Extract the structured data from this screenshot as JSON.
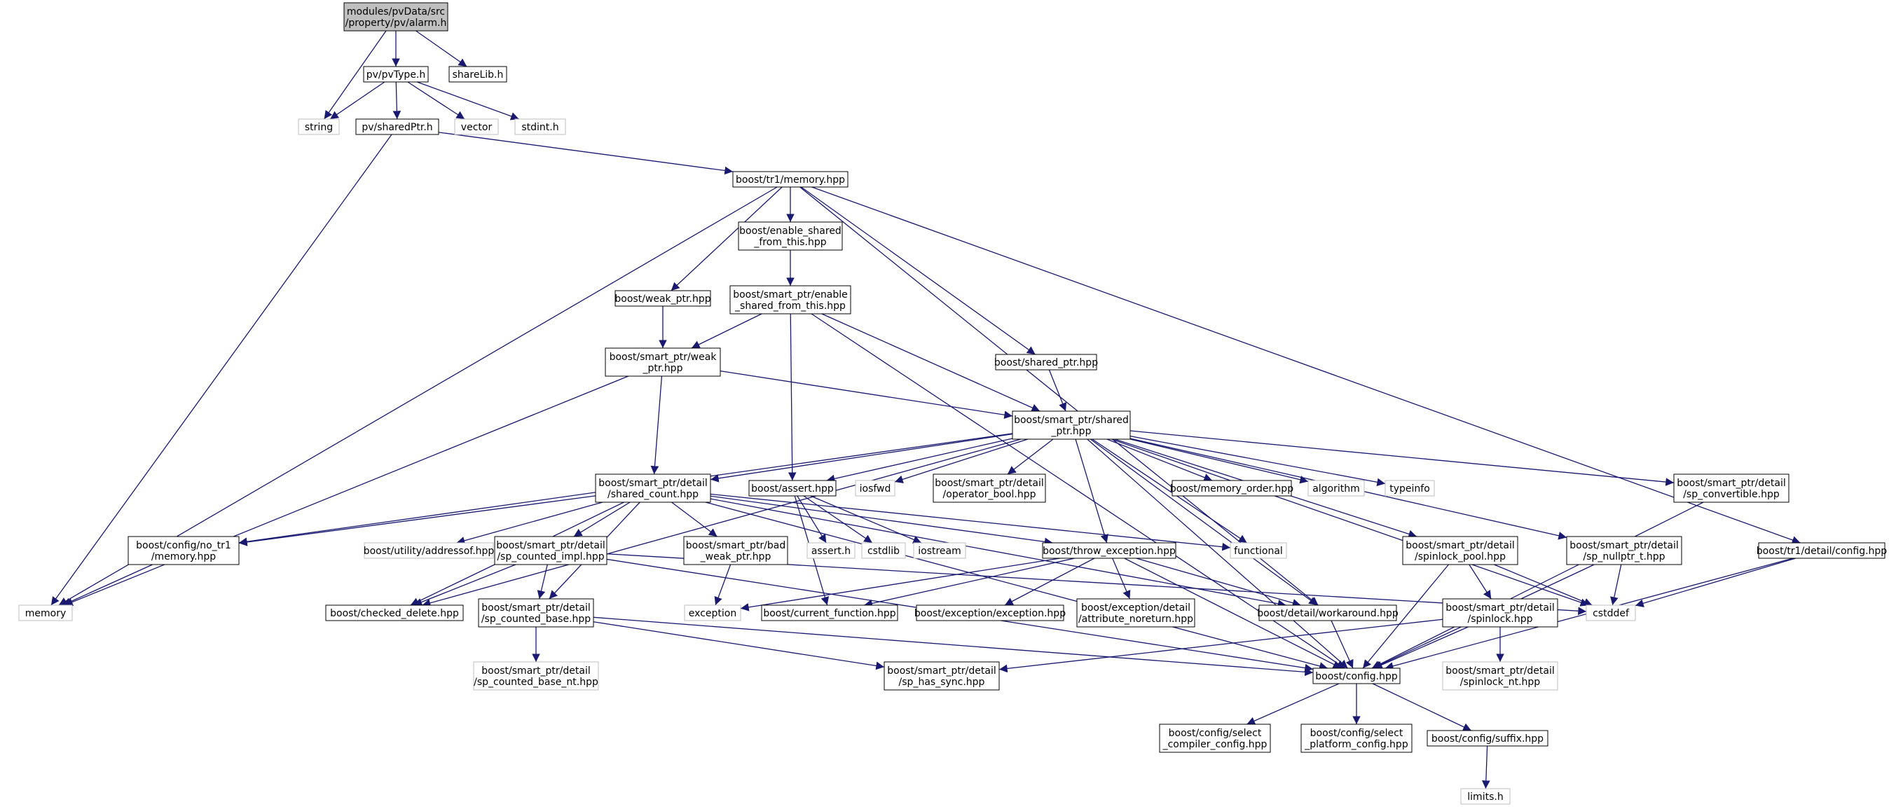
{
  "colors": {
    "edge": "#191970",
    "node_border": "#000000",
    "external_border": "#bfbfbf",
    "root_fill": "#bfbfbf",
    "node_fill": "#ffffff"
  },
  "nodes": {
    "alarm": {
      "lines": [
        "modules/pvData/src",
        "/property/pv/alarm.h"
      ],
      "kind": "root"
    },
    "pvType": {
      "lines": [
        "pv/pvType.h"
      ],
      "kind": "normal"
    },
    "shareLib": {
      "lines": [
        "shareLib.h"
      ],
      "kind": "normal"
    },
    "string": {
      "lines": [
        "string"
      ],
      "kind": "external"
    },
    "sharedPtr": {
      "lines": [
        "pv/sharedPtr.h"
      ],
      "kind": "normal"
    },
    "vector": {
      "lines": [
        "vector"
      ],
      "kind": "external"
    },
    "stdint": {
      "lines": [
        "stdint.h"
      ],
      "kind": "external"
    },
    "tr1memory": {
      "lines": [
        "boost/tr1/memory.hpp"
      ],
      "kind": "normal"
    },
    "enable_shared": {
      "lines": [
        "boost/enable_shared",
        "_from_this.hpp"
      ],
      "kind": "normal"
    },
    "weak_ptr": {
      "lines": [
        "boost/weak_ptr.hpp"
      ],
      "kind": "normal"
    },
    "sp_enable_shared": {
      "lines": [
        "boost/smart_ptr/enable",
        "_shared_from_this.hpp"
      ],
      "kind": "normal"
    },
    "sp_weak": {
      "lines": [
        "boost/smart_ptr/weak",
        "_ptr.hpp"
      ],
      "kind": "normal"
    },
    "shared_ptr": {
      "lines": [
        "boost/shared_ptr.hpp"
      ],
      "kind": "normal"
    },
    "sp_shared": {
      "lines": [
        "boost/smart_ptr/shared",
        "_ptr.hpp"
      ],
      "kind": "normal"
    },
    "shared_count": {
      "lines": [
        "boost/smart_ptr/detail",
        "/shared_count.hpp"
      ],
      "kind": "normal"
    },
    "assert": {
      "lines": [
        "boost/assert.hpp"
      ],
      "kind": "normal"
    },
    "iosfwd": {
      "lines": [
        "iosfwd"
      ],
      "kind": "external"
    },
    "operator_bool": {
      "lines": [
        "boost/smart_ptr/detail",
        "/operator_bool.hpp"
      ],
      "kind": "normal"
    },
    "memory_order": {
      "lines": [
        "boost/memory_order.hpp"
      ],
      "kind": "normal"
    },
    "algorithm": {
      "lines": [
        "algorithm"
      ],
      "kind": "external"
    },
    "typeinfo": {
      "lines": [
        "typeinfo"
      ],
      "kind": "external"
    },
    "sp_convertible": {
      "lines": [
        "boost/smart_ptr/detail",
        "/sp_convertible.hpp"
      ],
      "kind": "normal"
    },
    "no_tr1": {
      "lines": [
        "boost/config/no_tr1",
        "/memory.hpp"
      ],
      "kind": "normal"
    },
    "addressof": {
      "lines": [
        "boost/utility/addressof.hpp"
      ],
      "kind": "external"
    },
    "sp_counted_impl": {
      "lines": [
        "boost/smart_ptr/detail",
        "/sp_counted_impl.hpp"
      ],
      "kind": "normal"
    },
    "bad_weak": {
      "lines": [
        "boost/smart_ptr/bad",
        "_weak_ptr.hpp"
      ],
      "kind": "normal"
    },
    "assert_h": {
      "lines": [
        "assert.h"
      ],
      "kind": "external"
    },
    "cstdlib": {
      "lines": [
        "cstdlib"
      ],
      "kind": "external"
    },
    "iostream": {
      "lines": [
        "iostream"
      ],
      "kind": "external"
    },
    "throw_exception": {
      "lines": [
        "boost/throw_exception.hpp"
      ],
      "kind": "normal"
    },
    "functional": {
      "lines": [
        "functional"
      ],
      "kind": "external"
    },
    "spinlock_pool": {
      "lines": [
        "boost/smart_ptr/detail",
        "/spinlock_pool.hpp"
      ],
      "kind": "normal"
    },
    "sp_nullptr": {
      "lines": [
        "boost/smart_ptr/detail",
        "/sp_nullptr_t.hpp"
      ],
      "kind": "normal"
    },
    "tr1config": {
      "lines": [
        "boost/tr1/detail/config.hpp"
      ],
      "kind": "normal"
    },
    "memory": {
      "lines": [
        "memory"
      ],
      "kind": "external"
    },
    "checked_delete": {
      "lines": [
        "boost/checked_delete.hpp"
      ],
      "kind": "normal"
    },
    "sp_counted_base": {
      "lines": [
        "boost/smart_ptr/detail",
        "/sp_counted_base.hpp"
      ],
      "kind": "normal"
    },
    "exception": {
      "lines": [
        "exception"
      ],
      "kind": "external"
    },
    "current_function": {
      "lines": [
        "boost/current_function.hpp"
      ],
      "kind": "normal"
    },
    "exc_exception": {
      "lines": [
        "boost/exception/exception.hpp"
      ],
      "kind": "normal"
    },
    "attr_noreturn": {
      "lines": [
        "boost/exception/detail",
        "/attribute_noreturn.hpp"
      ],
      "kind": "normal"
    },
    "workaround": {
      "lines": [
        "boost/detail/workaround.hpp"
      ],
      "kind": "normal"
    },
    "spinlock": {
      "lines": [
        "boost/smart_ptr/detail",
        "/spinlock.hpp"
      ],
      "kind": "normal"
    },
    "cstddef": {
      "lines": [
        "cstddef"
      ],
      "kind": "external"
    },
    "base_nt": {
      "lines": [
        "boost/smart_ptr/detail",
        "/sp_counted_base_nt.hpp"
      ],
      "kind": "external"
    },
    "has_sync": {
      "lines": [
        "boost/smart_ptr/detail",
        "/sp_has_sync.hpp"
      ],
      "kind": "normal"
    },
    "config": {
      "lines": [
        "boost/config.hpp"
      ],
      "kind": "normal"
    },
    "spinlock_nt": {
      "lines": [
        "boost/smart_ptr/detail",
        "/spinlock_nt.hpp"
      ],
      "kind": "external"
    },
    "select_compiler": {
      "lines": [
        "boost/config/select",
        "_compiler_config.hpp"
      ],
      "kind": "normal"
    },
    "select_platform": {
      "lines": [
        "boost/config/select",
        "_platform_config.hpp"
      ],
      "kind": "normal"
    },
    "suffix": {
      "lines": [
        "boost/config/suffix.hpp"
      ],
      "kind": "normal"
    },
    "limits": {
      "lines": [
        "limits.h"
      ],
      "kind": "external"
    }
  },
  "edges": [
    [
      "alarm",
      "string"
    ],
    [
      "alarm",
      "pvType"
    ],
    [
      "alarm",
      "shareLib"
    ],
    [
      "pvType",
      "string"
    ],
    [
      "pvType",
      "sharedPtr"
    ],
    [
      "pvType",
      "vector"
    ],
    [
      "pvType",
      "stdint"
    ],
    [
      "sharedPtr",
      "memory"
    ],
    [
      "sharedPtr",
      "tr1memory"
    ],
    [
      "tr1memory",
      "memory"
    ],
    [
      "tr1memory",
      "enable_shared"
    ],
    [
      "tr1memory",
      "weak_ptr"
    ],
    [
      "tr1memory",
      "shared_ptr"
    ],
    [
      "tr1memory",
      "workaround"
    ],
    [
      "tr1memory",
      "tr1config"
    ],
    [
      "enable_shared",
      "sp_enable_shared"
    ],
    [
      "weak_ptr",
      "sp_weak"
    ],
    [
      "sp_enable_shared",
      "sp_weak"
    ],
    [
      "sp_enable_shared",
      "sp_shared"
    ],
    [
      "sp_enable_shared",
      "assert"
    ],
    [
      "sp_enable_shared",
      "config"
    ],
    [
      "shared_ptr",
      "sp_shared"
    ],
    [
      "sp_weak",
      "memory"
    ],
    [
      "sp_weak",
      "shared_count"
    ],
    [
      "sp_weak",
      "sp_shared"
    ],
    [
      "sp_shared",
      "no_tr1"
    ],
    [
      "sp_shared",
      "shared_count"
    ],
    [
      "sp_shared",
      "assert"
    ],
    [
      "sp_shared",
      "iosfwd"
    ],
    [
      "sp_shared",
      "operator_bool"
    ],
    [
      "sp_shared",
      "memory_order"
    ],
    [
      "sp_shared",
      "algorithm"
    ],
    [
      "sp_shared",
      "typeinfo"
    ],
    [
      "sp_shared",
      "sp_convertible"
    ],
    [
      "sp_shared",
      "checked_delete"
    ],
    [
      "sp_shared",
      "throw_exception"
    ],
    [
      "sp_shared",
      "functional"
    ],
    [
      "sp_shared",
      "spinlock_pool"
    ],
    [
      "sp_shared",
      "sp_nullptr"
    ],
    [
      "sp_shared",
      "workaround"
    ],
    [
      "sp_shared",
      "cstddef"
    ],
    [
      "sp_shared",
      "config"
    ],
    [
      "shared_count",
      "no_tr1"
    ],
    [
      "shared_count",
      "addressof"
    ],
    [
      "shared_count",
      "sp_counted_impl"
    ],
    [
      "shared_count",
      "bad_weak"
    ],
    [
      "shared_count",
      "checked_delete"
    ],
    [
      "shared_count",
      "sp_counted_base"
    ],
    [
      "shared_count",
      "throw_exception"
    ],
    [
      "shared_count",
      "functional"
    ],
    [
      "shared_count",
      "workaround"
    ],
    [
      "shared_count",
      "config"
    ],
    [
      "assert",
      "assert_h"
    ],
    [
      "assert",
      "cstdlib"
    ],
    [
      "assert",
      "iostream"
    ],
    [
      "assert",
      "current_function"
    ],
    [
      "no_tr1",
      "memory"
    ],
    [
      "sp_counted_impl",
      "checked_delete"
    ],
    [
      "sp_counted_impl",
      "sp_counted_base"
    ],
    [
      "sp_counted_impl",
      "cstddef"
    ],
    [
      "sp_counted_impl",
      "config"
    ],
    [
      "bad_weak",
      "exception"
    ],
    [
      "throw_exception",
      "exception"
    ],
    [
      "throw_exception",
      "current_function"
    ],
    [
      "throw_exception",
      "exc_exception"
    ],
    [
      "throw_exception",
      "attr_noreturn"
    ],
    [
      "throw_exception",
      "workaround"
    ],
    [
      "throw_exception",
      "config"
    ],
    [
      "spinlock_pool",
      "spinlock"
    ],
    [
      "spinlock_pool",
      "cstddef"
    ],
    [
      "spinlock_pool",
      "config"
    ],
    [
      "sp_nullptr",
      "cstddef"
    ],
    [
      "sp_nullptr",
      "config"
    ],
    [
      "sp_convertible",
      "config"
    ],
    [
      "tr1config",
      "cstddef"
    ],
    [
      "tr1config",
      "config"
    ],
    [
      "sp_counted_base",
      "base_nt"
    ],
    [
      "sp_counted_base",
      "has_sync"
    ],
    [
      "sp_counted_base",
      "config"
    ],
    [
      "spinlock",
      "spinlock_nt"
    ],
    [
      "spinlock",
      "has_sync"
    ],
    [
      "spinlock",
      "config"
    ],
    [
      "workaround",
      "config"
    ],
    [
      "config",
      "select_compiler"
    ],
    [
      "config",
      "select_platform"
    ],
    [
      "config",
      "suffix"
    ],
    [
      "suffix",
      "limits"
    ]
  ]
}
